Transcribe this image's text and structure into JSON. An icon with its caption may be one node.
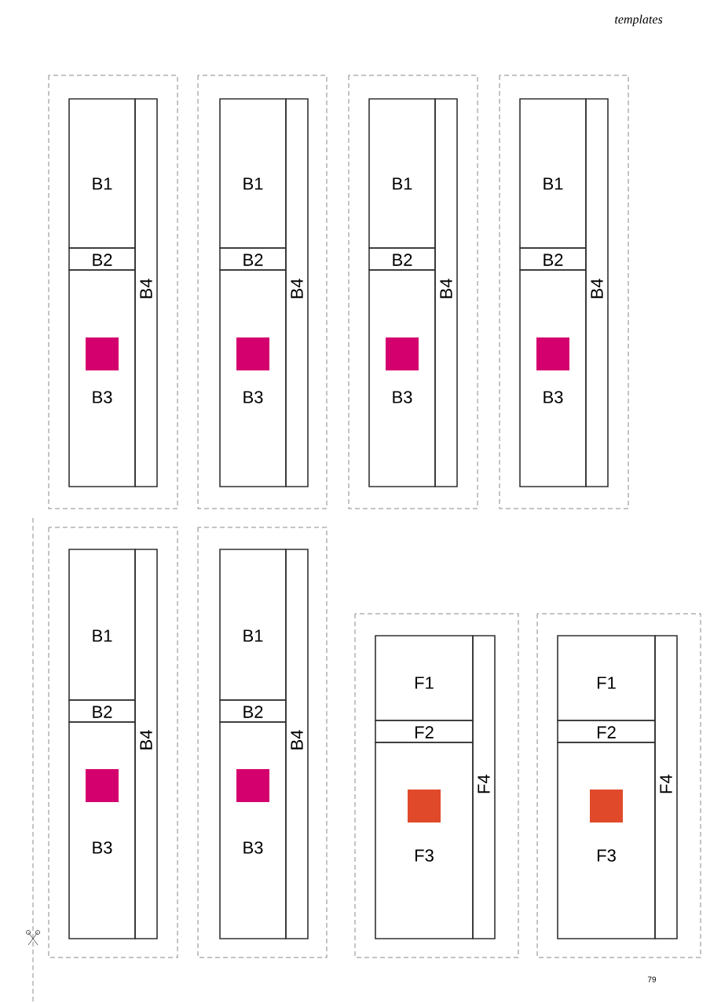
{
  "diagram": {
    "nodes": [
      {
        "text": [],
        "shape": "box"
      },
      {
        "text": [
          "B1"
        ],
        "in": 0
      },
      {
        "text": [
          "B2"
        ],
        "in": 0
      },
      {
        "text": [
          "B3"
        ],
        "in": 0
      },
      {
        "text": [],
        "shape": "box",
        "in": 3
      },
      {
        "text": [
          "B4"
        ],
        "in": 0
      },
      {
        "text": [],
        "shape": "box"
      },
      {
        "text": [
          "B1"
        ],
        "in": 6
      },
      {
        "text": [
          "B2"
        ],
        "in": 6
      },
      {
        "text": [
          "B3"
        ],
        "in": 6
      },
      {
        "text": [],
        "shape": "box",
        "in": 9
      },
      {
        "text": [
          "B4"
        ],
        "in": 6
      },
      {
        "text": [],
        "shape": "box"
      },
      {
        "text": [
          "B1"
        ],
        "in": 12
      },
      {
        "text": [
          "B2"
        ],
        "in": 12
      },
      {
        "text": [
          "B3"
        ],
        "in": 12
      },
      {
        "text": [],
        "shape": "box",
        "in": 15
      },
      {
        "text": [
          "B4"
        ],
        "in": 12
      },
      {
        "text": [],
        "shape": "box"
      },
      {
        "text": [
          "B1"
        ],
        "in": 18
      },
      {
        "text": [
          "B2"
        ],
        "in": 18
      },
      {
        "text": [
          "B3"
        ],
        "in": 18
      },
      {
        "text": [],
        "shape": "box",
        "in": 21
      },
      {
        "text": [
          "B4"
        ],
        "in": 18
      },
      {
        "text": [],
        "shape": "box"
      },
      {
        "text": [
          "B1"
        ],
        "in": 24
      },
      {
        "text": [
          "B2"
        ],
        "in": 24
      },
      {
        "text": [
          "B3"
        ],
        "in": 24
      },
      {
        "text": [],
        "shape": "box",
        "in": 27
      },
      {
        "text": [
          "B4"
        ],
        "in": 24
      },
      {
        "text": [],
        "shape": "box"
      },
      {
        "text": [
          "B1"
        ],
        "in": 30
      },
      {
        "text": [
          "B2"
        ],
        "in": 30
      },
      {
        "text": [
          "B3"
        ],
        "in": 30
      },
      {
        "text": [],
        "shape": "box",
        "in": 33
      },
      {
        "text": [
          "B4"
        ],
        "in": 30
      },
      {
        "text": [],
        "shape": "box"
      },
      {
        "text": [
          "F1"
        ],
        "in": 36
      },
      {
        "text": [
          "F2"
        ],
        "in": 36
      },
      {
        "text": [
          "F3"
        ],
        "in": 36
      },
      {
        "text": [],
        "shape": "box",
        "in": 39
      },
      {
        "text": [
          "F4"
        ],
        "in": 36
      },
      {
        "text": [],
        "shape": "box"
      },
      {
        "text": [
          "F1"
        ],
        "in": 42
      },
      {
        "text": [
          "F2"
        ],
        "in": 42
      },
      {
        "text": [
          "F3"
        ],
        "in": 42
      },
      {
        "text": [],
        "shape": "box",
        "in": 45
      },
      {
        "text": [
          "F4"
        ],
        "in": 42
      }
    ],
    "labels": [
      "templates",
      "79"
    ]
  }
}
